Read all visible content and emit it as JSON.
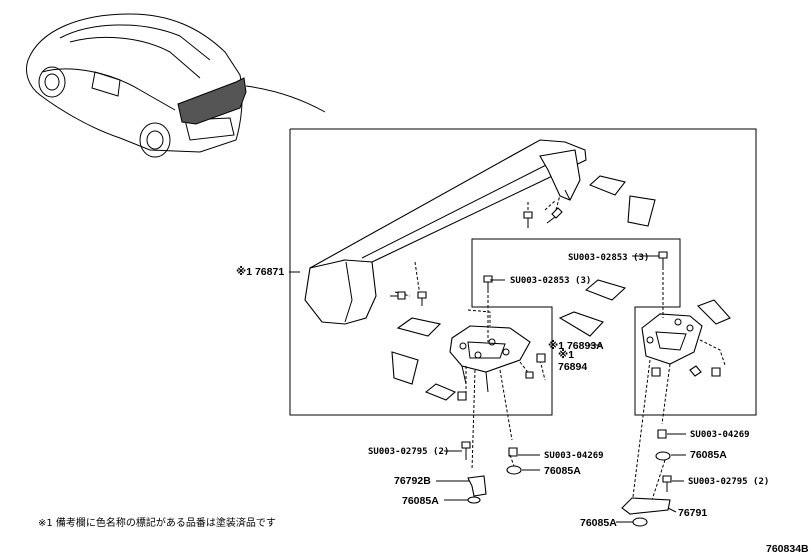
{
  "callouts": {
    "wing": "※1 76871",
    "bolt_top_right": "SU003-02853 (3)",
    "bolt_mid": "SU003-02853 (3)",
    "pad_right": "※1 76893A",
    "pad_left_mark": "※1",
    "pad_left": "76894",
    "bolt_lower_left": "SU003-02795 (2)",
    "nut_center": "SU003-04269",
    "bracket_left": "76792B",
    "cap_center": "76085A",
    "cap_left": "76085A",
    "nut_right": "SU003-04269",
    "cap_right_top": "76085A",
    "bolt_lower_right": "SU003-02795 (2)",
    "bracket_right": "76791",
    "cap_right_bottom": "76085A"
  },
  "footnote": "※1 備考欄に色名称の標記がある品番は塗装済品です",
  "diagram_id": "760834B"
}
